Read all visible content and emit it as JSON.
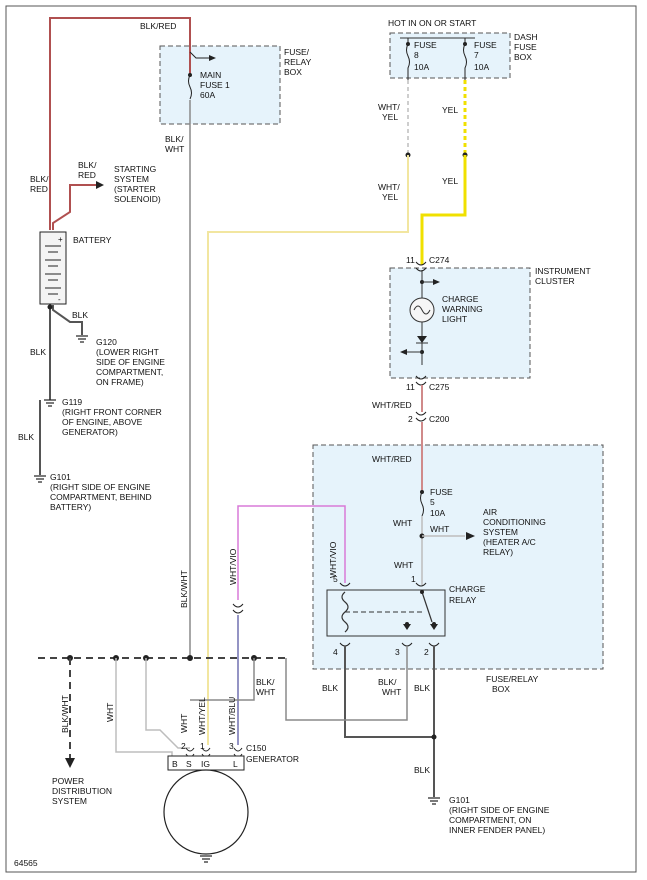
{
  "labels": {
    "blk_red_top": "BLK/RED",
    "fuse_relay_box_1": "FUSE/",
    "fuse_relay_box_2": "RELAY",
    "fuse_relay_box_3": "BOX",
    "main_fuse_1": "MAIN",
    "main_fuse_2": "FUSE 1",
    "main_fuse_3": "60A",
    "blk_wht_1": "BLK/",
    "blk_wht_2": "WHT",
    "hot_in_on": "HOT IN ON OR START",
    "fuse8_1": "FUSE",
    "fuse8_2": "8",
    "fuse8_3": "10A",
    "fuse7_1": "FUSE",
    "fuse7_2": "7",
    "fuse7_3": "10A",
    "dash_fuse_box_1": "DASH",
    "dash_fuse_box_2": "FUSE",
    "dash_fuse_box_3": "BOX",
    "wht_yel_a1": "WHT/",
    "wht_yel_a2": "YEL",
    "yel_a": "YEL",
    "wht_yel_b1": "WHT/",
    "wht_yel_b2": "YEL",
    "yel_b": "YEL",
    "blk_red_left1": "BLK/",
    "blk_red_left2": "RED",
    "blk_red_mid1": "BLK/",
    "blk_red_mid2": "RED",
    "starting_1": "STARTING",
    "starting_2": "SYSTEM",
    "starting_3": "(STARTER",
    "starting_4": "SOLENOID)",
    "battery": "BATTERY",
    "blk_g120": "BLK",
    "g120_1": "G120",
    "g120_2": "(LOWER RIGHT",
    "g120_3": "SIDE OF ENGINE",
    "g120_4": "COMPARTMENT,",
    "g120_5": "ON FRAME)",
    "blk_left1": "BLK",
    "g119_1": "G119",
    "g119_2": "(RIGHT FRONT CORNER",
    "g119_3": "OF ENGINE, ABOVE",
    "g119_4": "GENERATOR)",
    "blk_left2": "BLK",
    "g101a_1": "G101",
    "g101a_2": "(RIGHT SIDE OF ENGINE",
    "g101a_3": "COMPARTMENT, BEHIND",
    "g101a_4": "BATTERY)",
    "c274_pin": "11",
    "c274": "C274",
    "instrument_1": "INSTRUMENT",
    "instrument_2": "CLUSTER",
    "charge_warning_1": "CHARGE",
    "charge_warning_2": "WARNING",
    "charge_warning_3": "LIGHT",
    "c275_pin": "11",
    "c275": "C275",
    "wht_red_1": "WHT/RED",
    "c200_pin": "2",
    "c200": "C200",
    "wht_red_2": "WHT/RED",
    "fuse5_1": "FUSE",
    "fuse5_2": "5",
    "fuse5_3": "10A",
    "wht_1": "WHT",
    "wht_2": "WHT",
    "ac_1": "AIR",
    "ac_2": "CONDITIONING",
    "ac_3": "SYSTEM",
    "ac_4": "(HEATER A/C",
    "ac_5": "RELAY)",
    "wht_3": "WHT",
    "wht_vio_1": "WHT/VIO",
    "wht_vio_2": "WHT/VIO",
    "pin5": "5",
    "pin1": "1",
    "charge_relay_1": "CHARGE",
    "charge_relay_2": "RELAY",
    "pin4": "4",
    "pin3": "3",
    "pin2": "2",
    "blk_wht_vert": "BLK/WHT",
    "fuse_relay_box_b1": "FUSE/RELAY",
    "fuse_relay_box_b2": "BOX",
    "blk_relay_a": "BLK",
    "blk_wht_relay_1": "BLK/",
    "blk_wht_relay_2": "WHT",
    "blk_relay_b": "BLK",
    "blk_wht_gen_1": "BLK/",
    "blk_wht_gen_2": "WHT",
    "blk_wht_pds": "BLK/WHT",
    "wht_gen_a": "WHT",
    "wht_gen_b": "WHT",
    "wht_yel_gen": "WHT/YEL",
    "wht_blu_gen": "WHT/BLU",
    "gen_pin2": "2",
    "gen_pin1": "1",
    "gen_pin3": "3",
    "c150": "C150",
    "generator": "GENERATOR",
    "term_b": "B",
    "term_s": "S",
    "term_ig": "IG",
    "term_l": "L",
    "pds_1": "POWER",
    "pds_2": "DISTRIBUTION",
    "pds_3": "SYSTEM",
    "blk_g101b": "BLK",
    "g101b_1": "G101",
    "g101b_2": "(RIGHT SIDE OF ENGINE",
    "g101b_3": "COMPARTMENT, ON",
    "g101b_4": "INNER FENDER PANEL)",
    "figure_no": "64565"
  },
  "colors": {
    "box_fill": "#e6f3fb",
    "wire_black": "#555555",
    "wire_red": "#b05050",
    "wire_yellow": "#f0e000",
    "wire_pink": "#d87ad8"
  }
}
